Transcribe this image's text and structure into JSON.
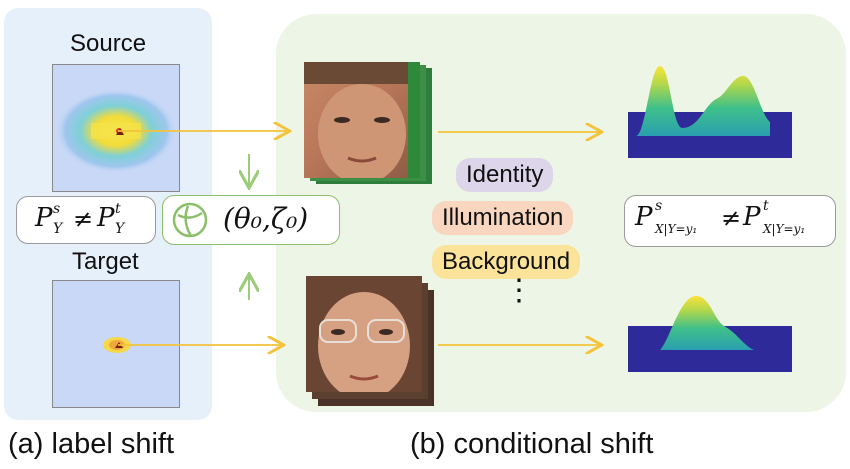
{
  "panel_a": {
    "source_label": "Source",
    "target_label": "Target",
    "formula_lhs": "P",
    "formula_lhs_sup": "s",
    "formula_lhs_sub": "Y",
    "formula_op": "≠",
    "formula_rhs": "P",
    "formula_rhs_sup": "t",
    "formula_rhs_sub": "Y",
    "caption": "(a) label shift"
  },
  "panel_b": {
    "params": "(θ₀,ζ₀)",
    "factors": [
      "Identity",
      "Illumination",
      "Background"
    ],
    "ellipsis": "⋮",
    "cond_lhs": "P",
    "cond_lhs_sup": "s",
    "cond_sub": "X|Y=y₁",
    "cond_op": "≠",
    "cond_rhs": "P",
    "cond_rhs_sup": "t",
    "caption": "(b) conditional shift"
  },
  "colors": {
    "panel_a_bg": "#e6f0fb",
    "panel_b_bg": "#edf5e6",
    "arrow": "#f3c33b",
    "green_arrow": "#9ccc7a",
    "identity_chip": "#ddd6ea",
    "illumination_chip": "#f8d6c0",
    "background_chip": "#fbe49a"
  }
}
